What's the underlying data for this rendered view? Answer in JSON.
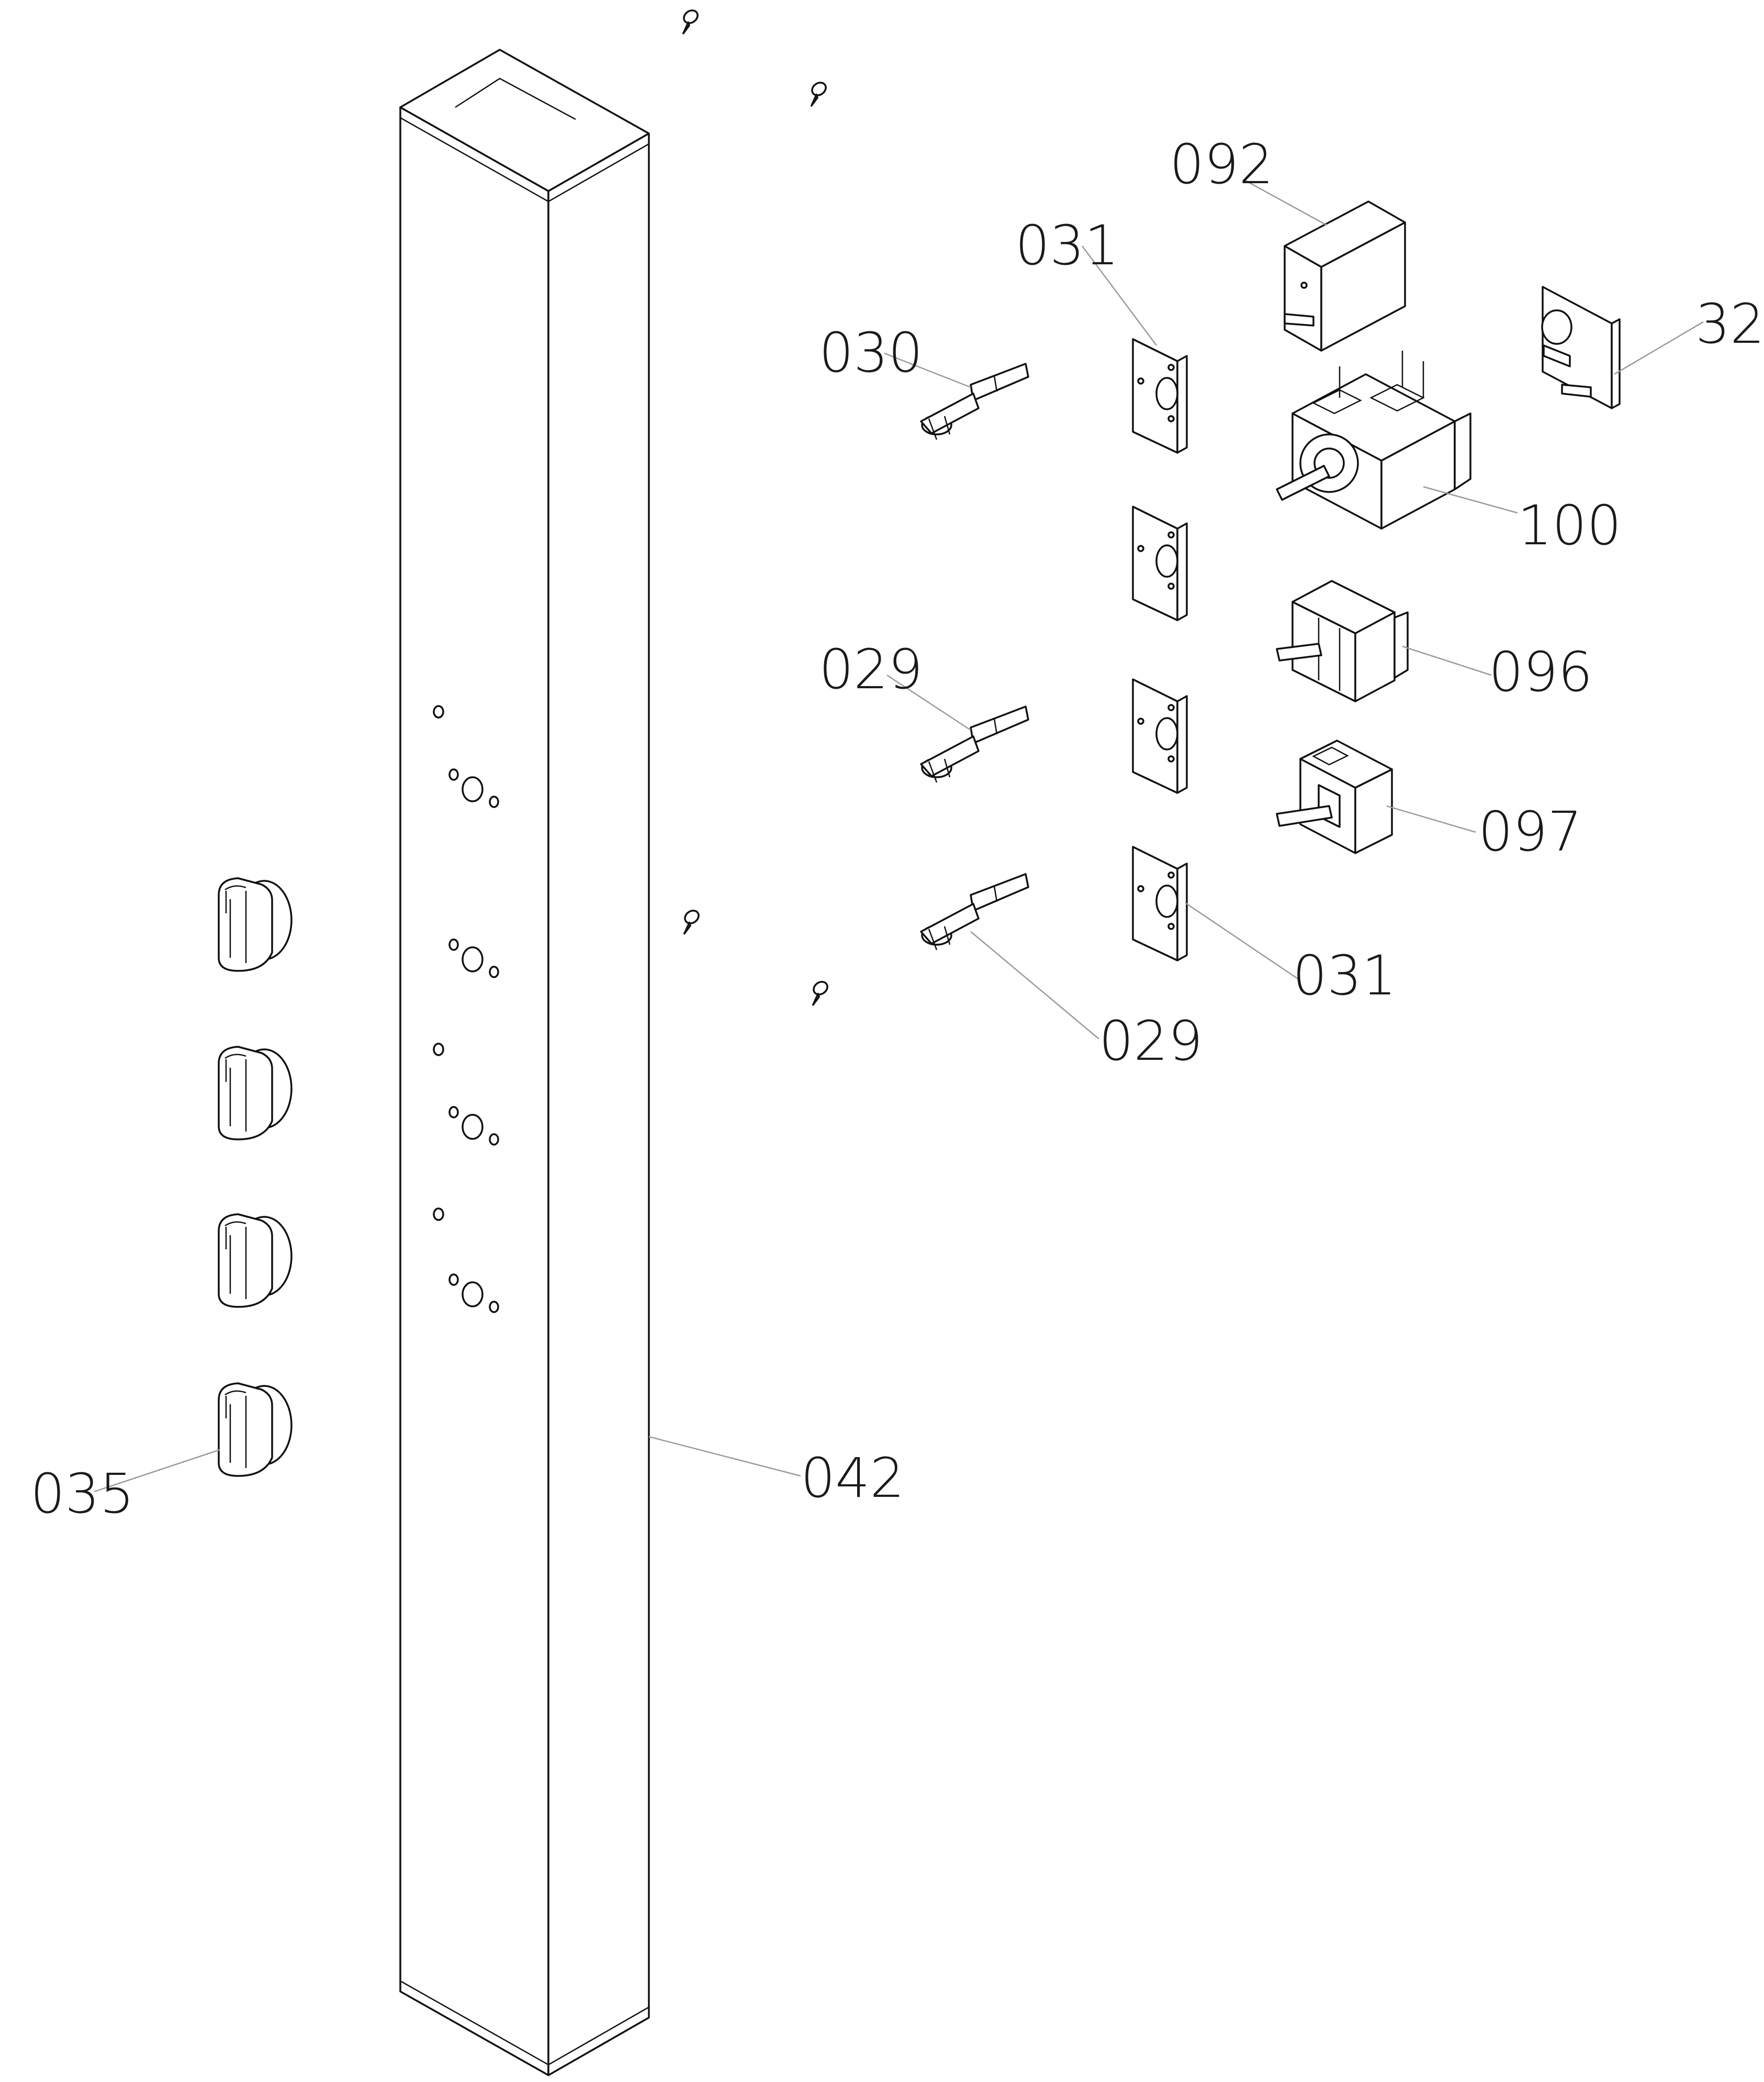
{
  "callouts": [
    {
      "id": "092",
      "text": "092"
    },
    {
      "id": "031a",
      "text": "031"
    },
    {
      "id": "32",
      "text": "32"
    },
    {
      "id": "030",
      "text": "030"
    },
    {
      "id": "100",
      "text": "100"
    },
    {
      "id": "029a",
      "text": "029"
    },
    {
      "id": "096",
      "text": "096"
    },
    {
      "id": "097",
      "text": "097"
    },
    {
      "id": "031b",
      "text": "031"
    },
    {
      "id": "029b",
      "text": "029"
    },
    {
      "id": "035",
      "text": "035"
    },
    {
      "id": "042",
      "text": "042"
    }
  ],
  "colors": {
    "line": "#111111",
    "leader": "#9a9a9a",
    "text": "#1a1a1a"
  },
  "icons": {
    "screw": "screw-icon",
    "knob": "knob-icon"
  }
}
